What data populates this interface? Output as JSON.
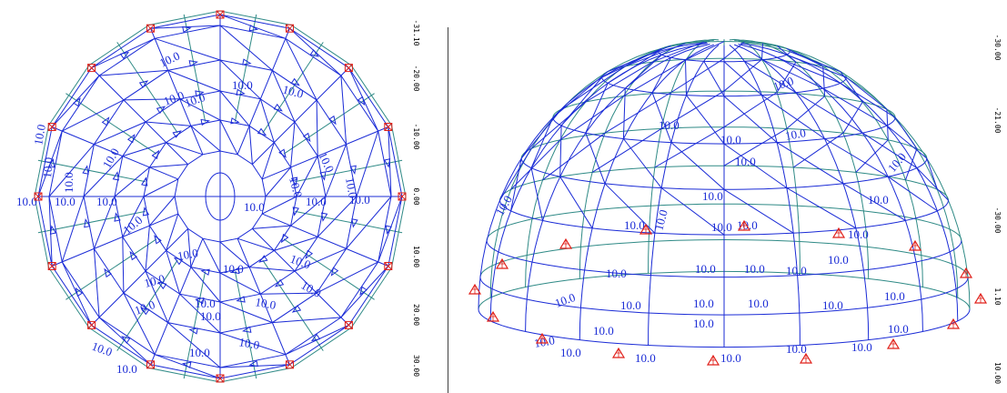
{
  "colors": {
    "frame": "#1a2bd6",
    "mesh": "#2f8a86",
    "support": "#e0201a",
    "axis": "#000000",
    "background": "#ffffff"
  },
  "plan_view": {
    "axis_ticks": [
      "-31.10",
      "-20.00",
      "-10.00",
      "0.00",
      "10.00",
      "20.00",
      "30.00"
    ]
  },
  "dome_view": {
    "axis_ticks": [
      "-30.00",
      "-21.00",
      "-30.00",
      "1.10",
      "10.00"
    ]
  },
  "load_label": "10.0",
  "icons": {
    "plan_support": "square-x-support-icon",
    "dome_support": "triangle-support-icon"
  }
}
